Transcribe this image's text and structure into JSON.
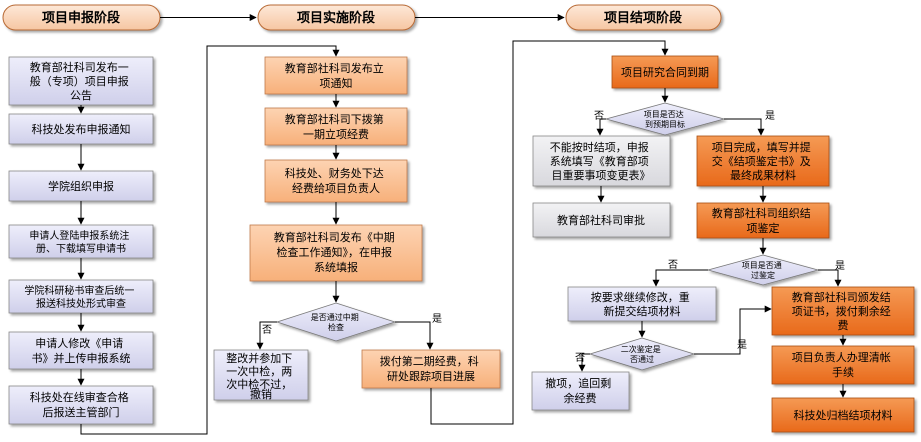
{
  "stages": {
    "apply": "项目申报阶段",
    "implement": "项目实施阶段",
    "conclude": "项目结项阶段"
  },
  "col1": {
    "b1": [
      "教育部社科司发布一",
      "般（专项）项目申报",
      "公告"
    ],
    "b2": [
      "科技处发布申报通知"
    ],
    "b3": [
      "学院组织申报"
    ],
    "b4": [
      "申请人登陆申报系统注",
      "册、下载填写申请书"
    ],
    "b5": [
      "学院科研秘书审查后统一",
      "报送科技处形式审查"
    ],
    "b6": [
      "申请人修改《申请",
      "书》并上传申报系统"
    ],
    "b7": [
      "科技处在线审查合格",
      "后报送主管部门"
    ]
  },
  "col2": {
    "b1": [
      "教育部社科司发布立",
      "项通知"
    ],
    "b2": [
      "教育部社科司下拨第",
      "一期立项经费"
    ],
    "b3": [
      "科技处、财务处下达",
      "经费给项目负责人"
    ],
    "b4": [
      "教育部社科司发布《中期",
      "检查工作通知》，在申报",
      "系统填报"
    ],
    "d1": [
      "是否通过中期",
      "检查"
    ],
    "no_label": "否",
    "yes_label": "是",
    "no_box": [
      "整改并参加下",
      "一次中检，两",
      "次中检不过，",
      "撤销"
    ],
    "yes_box": [
      "拨付第二期经费，科",
      "研处跟踪项目进展"
    ]
  },
  "col3": {
    "top": [
      "项目研究合同到期"
    ],
    "d1": [
      "项目是否达",
      "到预期目标"
    ],
    "d1_no": "否",
    "d1_yes": "是",
    "no1": [
      "不能按时结项，申报",
      "系统填写《教育部项",
      "目重要事项变更表》"
    ],
    "no1b": [
      "教育部社科司审批"
    ],
    "yes1": [
      "项目完成，填写并提",
      "交《结项鉴定书》及",
      "最终成果材料"
    ],
    "org": [
      "教育部社科司组织结",
      "项鉴定"
    ],
    "d2": [
      "项目是否通",
      "过鉴定"
    ],
    "d2_no": "否",
    "d2_yes": "是",
    "revise": [
      "按要求继续修改，重",
      "新提交结项材料"
    ],
    "d3": [
      "二次鉴定是",
      "否通过"
    ],
    "d3_no": "否",
    "d3_yes": "是",
    "cancel": [
      "撤项，追回剩",
      "余经费"
    ],
    "cert": [
      "教育部社科司颁发结",
      "项证书，拨付剩余经",
      "费"
    ],
    "account": [
      "项目负责人办理清帐",
      "手续"
    ],
    "archive": [
      "科技处归档结项材料"
    ]
  },
  "colors": {
    "orange_dark": "#f07a26",
    "orange_light": "#fbc398",
    "lavender": "#dcdcf2",
    "gray": "#e4e4e8",
    "stage_fill": "#fbd9bf"
  }
}
